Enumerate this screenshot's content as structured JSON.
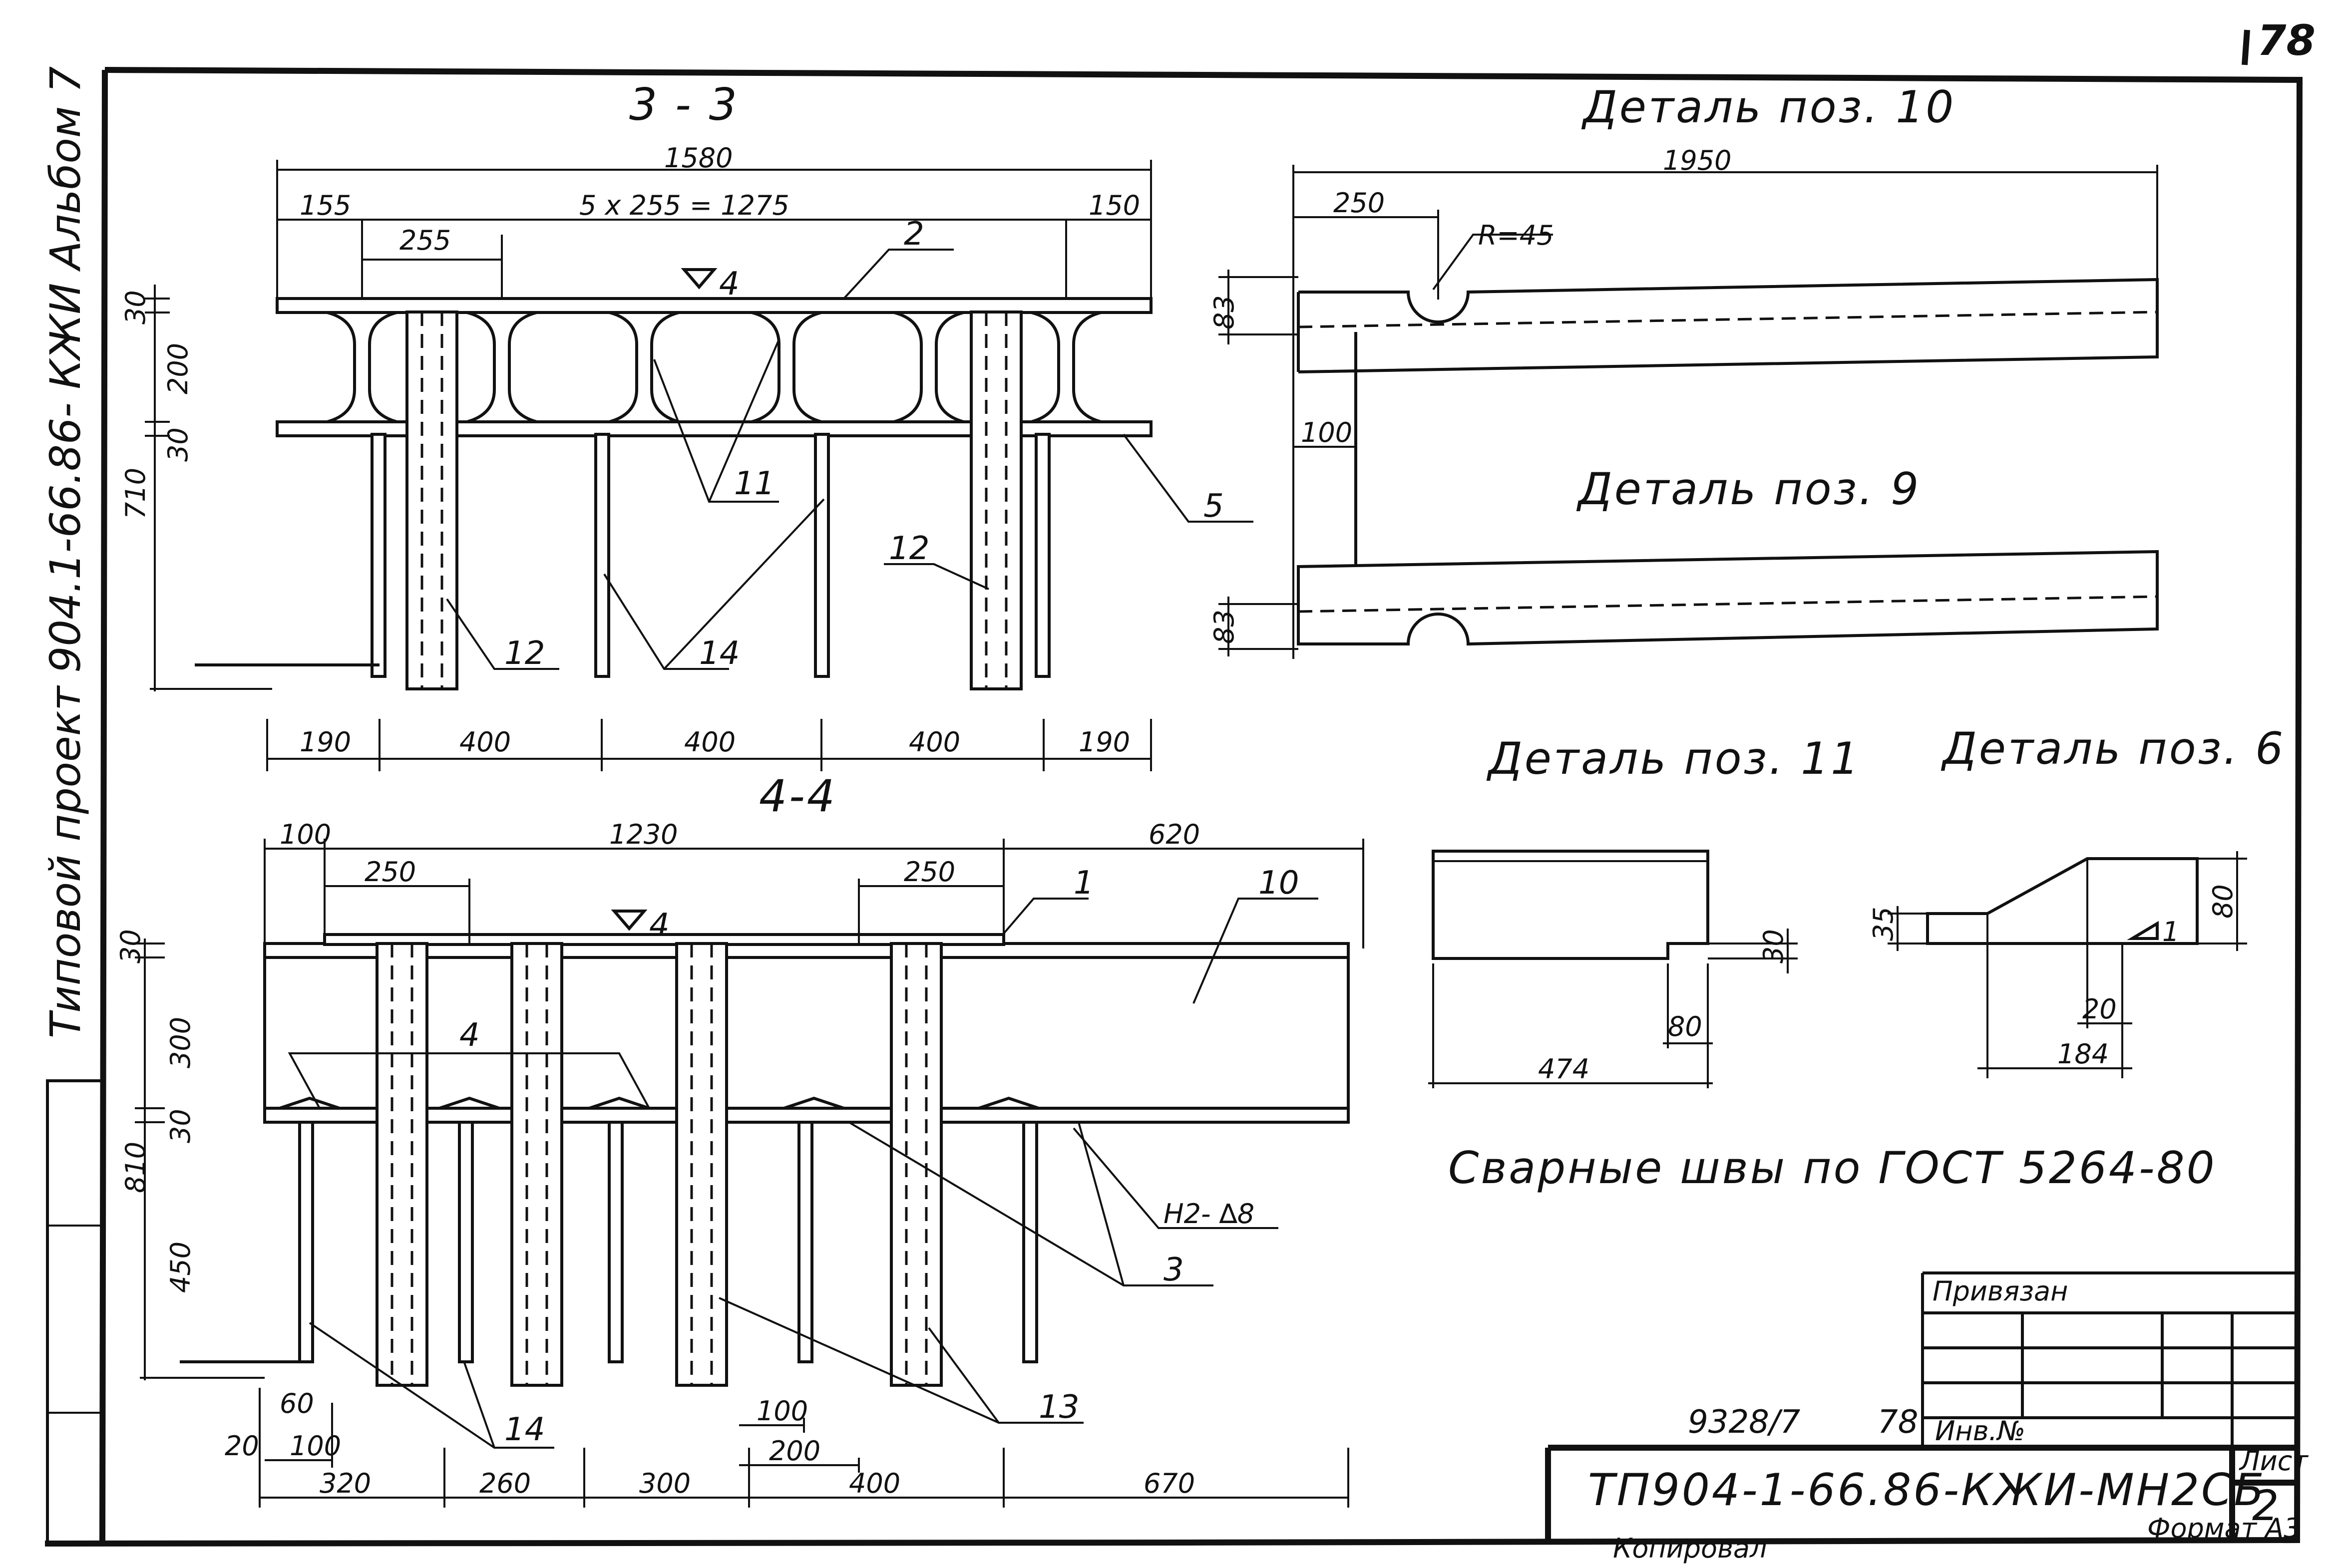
{
  "page_number": "78",
  "side_title": "Типовой   проект   904.1-66.86- КЖИ Альбом 7",
  "section_3_3": {
    "title": "3 - 3",
    "dims_top": {
      "total": "1580",
      "left": "155",
      "middle": "5 x 255 = 1275",
      "right": "150",
      "pitch": "255"
    },
    "dims_left": {
      "d30a": "30",
      "d200": "200",
      "d30b": "30",
      "d710": "710"
    },
    "dims_bottom": [
      "190",
      "400",
      "400",
      "400",
      "190"
    ],
    "level_mark": "4",
    "callouts": {
      "p2": "2",
      "p5": "5",
      "p11": "11",
      "p12a": "12",
      "p12b": "12",
      "p14": "14"
    }
  },
  "section_4_4": {
    "title": "4-4",
    "dims_top": {
      "d100": "100",
      "d1230": "1230",
      "d620": "620",
      "d250a": "250",
      "d250b": "250"
    },
    "dims_left": {
      "d30a": "30",
      "d300": "300",
      "d30b": "30",
      "d810": "810",
      "d450": "450"
    },
    "dims_bottom_small": {
      "d60": "60",
      "d20": "20",
      "d100a": "100",
      "d100b": "100",
      "d200": "200"
    },
    "dims_bottom": [
      "320",
      "260",
      "300",
      "400",
      "670"
    ],
    "level_mark": "4",
    "callouts": {
      "p1": "1",
      "p10": "10",
      "p4": "4",
      "p3": "3",
      "p13": "13",
      "p14": "14",
      "weld": "Н2- ∆8"
    }
  },
  "detail_10": {
    "title": "Деталь поз. 10",
    "dims": {
      "d1950": "1950",
      "d250": "250",
      "radius": "R=45",
      "d83a": "83",
      "d100": "100",
      "d83b": "83"
    }
  },
  "detail_9": {
    "title": "Деталь поз. 9"
  },
  "detail_11": {
    "title": "Деталь поз. 11",
    "dims": {
      "d474": "474",
      "d80": "80",
      "d30": "30"
    }
  },
  "detail_6": {
    "title": "Деталь поз. 6",
    "dims": {
      "d35": "35",
      "d80": "80",
      "d20": "20",
      "d184": "184"
    },
    "weld_mark": "1"
  },
  "note": "Сварные   швы   по   ГОСТ   5264-80",
  "title_block": {
    "bound_label": "Привязан",
    "inv_label": "Инв.№",
    "inv_number": "9328/7",
    "inv_page": "78",
    "designation": "ТП904-1-66.86-КЖИ-МН2СБ",
    "sheet_label": "Лист",
    "sheet_number": "2",
    "copied": "Копировал",
    "format": "Формат А3"
  }
}
